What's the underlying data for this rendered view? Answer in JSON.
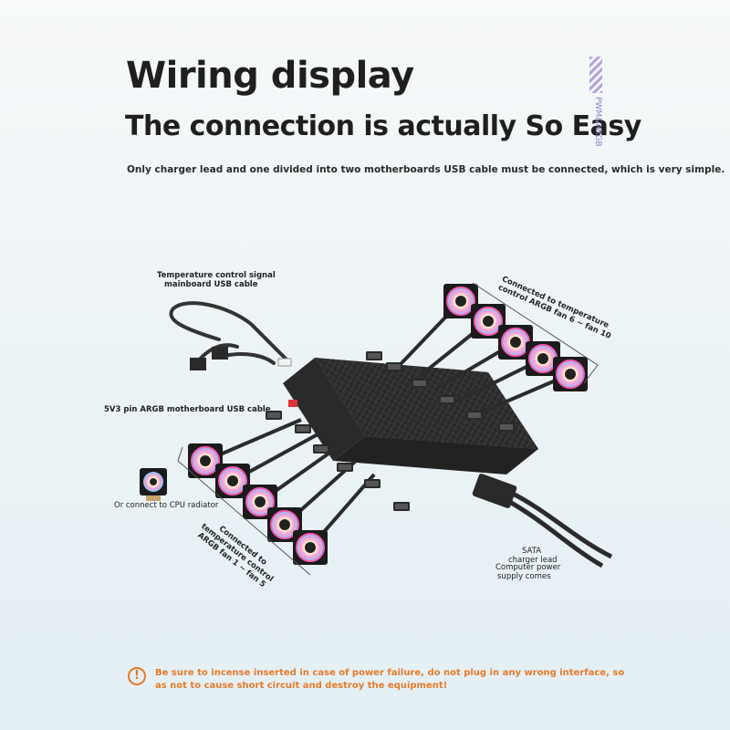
{
  "header": {
    "title": "Wiring display",
    "subtitle": "The connection is actually So Easy",
    "description": "Only charger lead and one divided into two motherboards USB cable must be connected, which is very simple.",
    "tag": "PWM&ARGB"
  },
  "labels": {
    "temp_cable_line1": "Temperature control signal",
    "temp_cable_line2": "mainboard USB cable",
    "argb_cable": "5V3 pin ARGB motherboard USB cable",
    "cpu_radiator": "Or connect to CPU radiator",
    "fans_right_line1": "Connected to temperature",
    "fans_right_line2": "control ARGB fan 6 ~ fan 10",
    "fans_left_line1": "Connected to",
    "fans_left_line2": "temperature control",
    "fans_left_line3": "ARGB fan 1 ~ fan 5",
    "sata_line1": "SATA",
    "sata_line2": "charger lead",
    "power_line1": "Computer power",
    "power_line2": "supply comes"
  },
  "warning": {
    "icon": "exclamation-icon",
    "text": "Be sure to incense inserted in case of power failure, do not plug in any wrong interface, so as not to cause short circuit and destroy the equipment!"
  },
  "colors": {
    "warning": "#e67b2a",
    "tag": "#8a7cc7",
    "hub": "#2b2b2b"
  }
}
